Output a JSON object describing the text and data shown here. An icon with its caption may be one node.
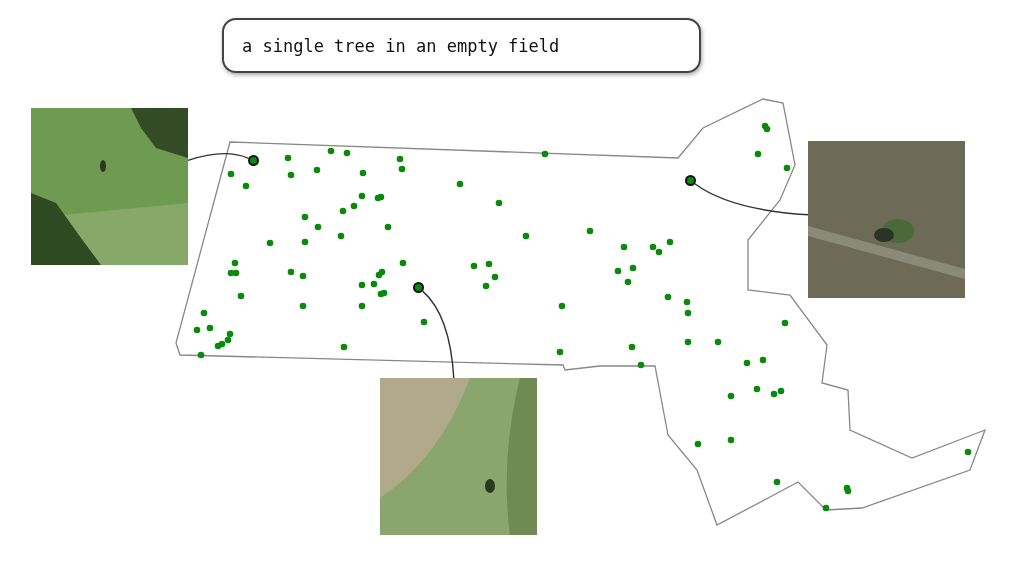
{
  "diagram": {
    "nodes": [
      {
        "text": [
          "a single tree in an empty field"
        ]
      },
      {
        "text": [],
        "shape": "picture"
      },
      {
        "text": [],
        "shape": "picture"
      },
      {
        "text": [],
        "shape": "picture"
      },
      {
        "text": [],
        "shape": "circle"
      },
      {
        "text": [],
        "shape": "circle"
      },
      {
        "text": [],
        "shape": "circle"
      }
    ],
    "edges": [
      {
        "from": 1,
        "to": 4,
        "arrow": "none"
      },
      {
        "from": 5,
        "to": 2,
        "arrow": "none"
      },
      {
        "from": 6,
        "to": 3,
        "arrow": "none"
      }
    ]
  }
}
